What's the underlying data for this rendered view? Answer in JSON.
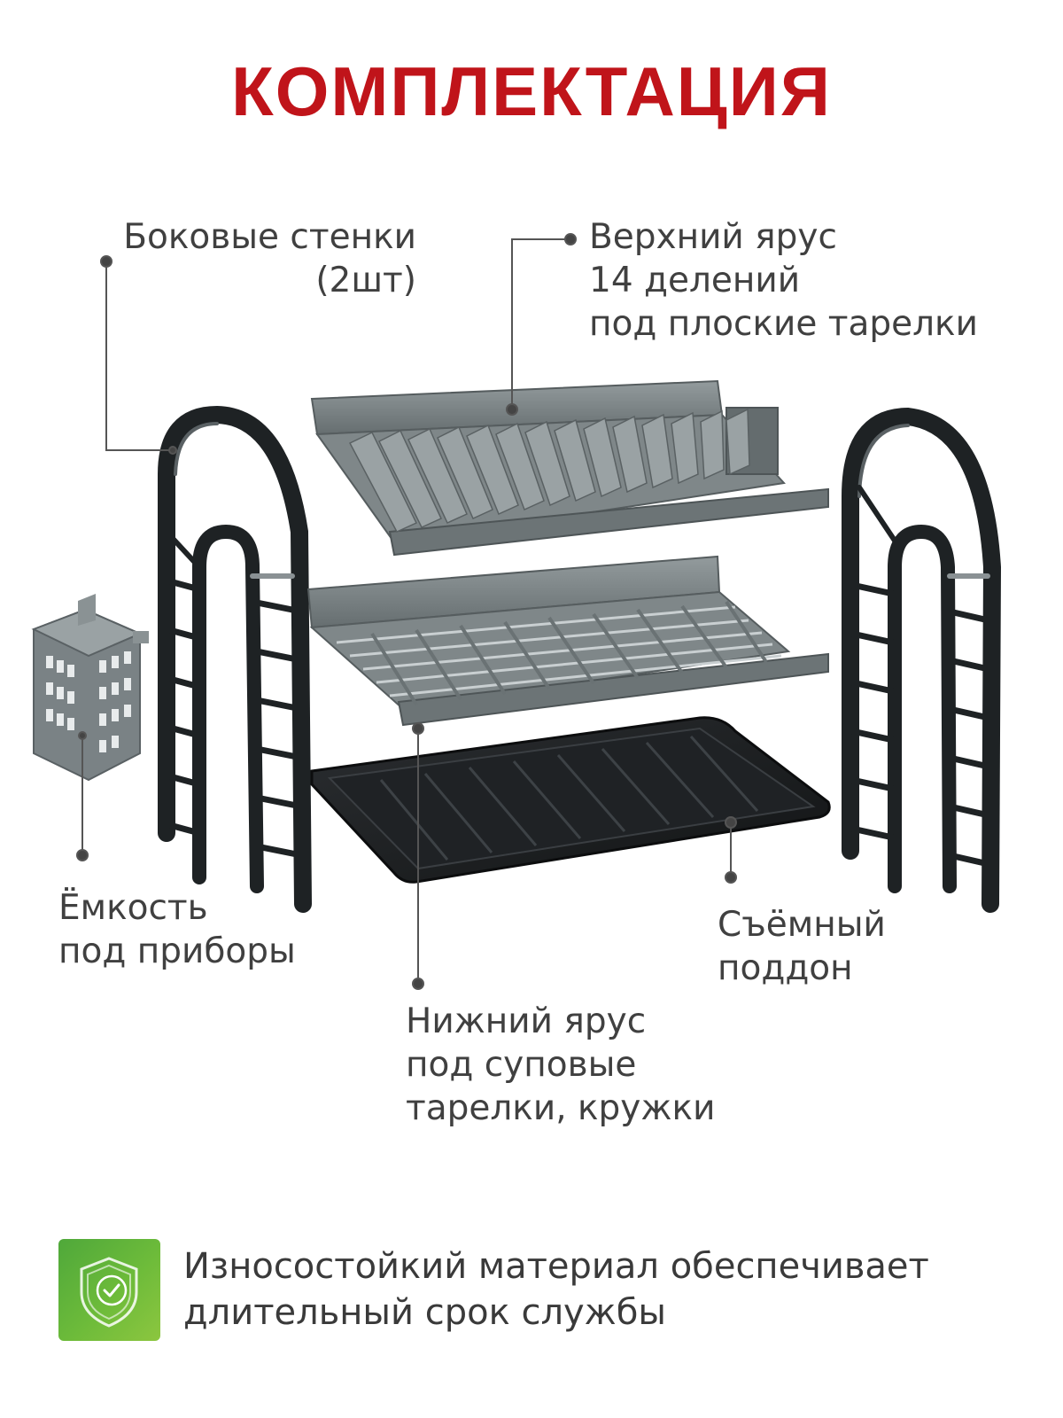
{
  "title": "КОМПЛЕКТАЦИЯ",
  "labels": {
    "side_walls": [
      "Боковые стенки",
      "(2шт)"
    ],
    "upper_tier": [
      "Верхний ярус",
      "14 делений",
      "под плоские тарелки"
    ],
    "cutlery_holder": [
      "Ёмкость",
      "под приборы"
    ],
    "removable_tray": [
      "Съёмный",
      "поддон"
    ],
    "lower_tier": [
      "Нижний ярус",
      "под суповые",
      "тарелки, кружки"
    ]
  },
  "footer": {
    "text": [
      "Износостойкий материал обеспечивает",
      "длительный срок службы"
    ],
    "icon": "shield-clock-icon"
  },
  "colors": {
    "title": "#c0141a",
    "frame": "#1e2224",
    "rack": "#7d8587",
    "tray": "#1b1d1f",
    "badge": "#5fb13a"
  }
}
